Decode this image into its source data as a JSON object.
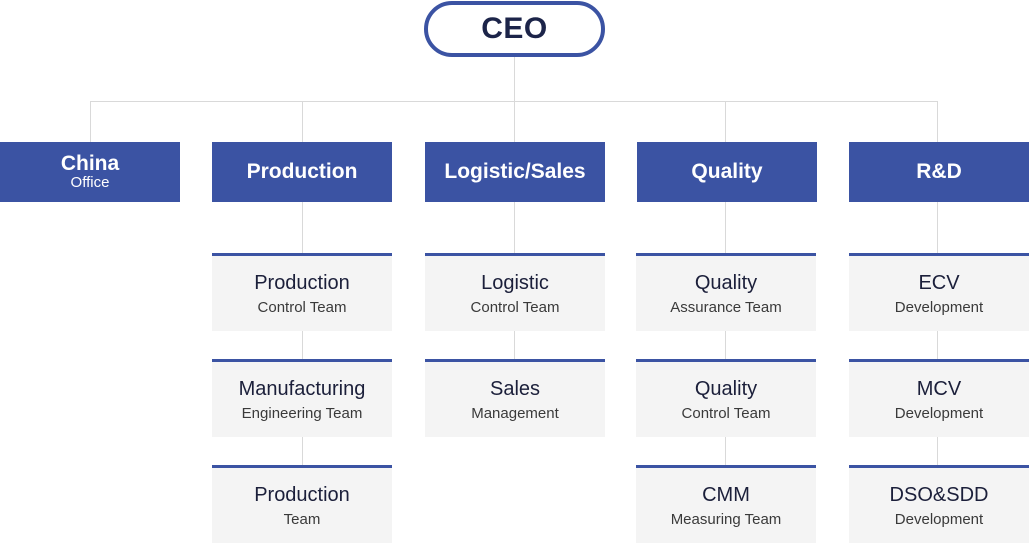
{
  "ceo": "CEO",
  "departments": [
    {
      "line1": "China",
      "line2": "Office"
    },
    {
      "line1": "Production",
      "line2": ""
    },
    {
      "line1": "Logistic/Sales",
      "line2": ""
    },
    {
      "line1": "Quality",
      "line2": ""
    },
    {
      "line1": "R&D",
      "line2": ""
    }
  ],
  "teams": {
    "production": [
      {
        "line1": "Production",
        "line2": "Control Team"
      },
      {
        "line1": "Manufacturing",
        "line2": "Engineering Team"
      },
      {
        "line1": "Production",
        "line2": "Team"
      }
    ],
    "logistic_sales": [
      {
        "line1": "Logistic",
        "line2": "Control Team"
      },
      {
        "line1": "Sales",
        "line2": "Management"
      }
    ],
    "quality": [
      {
        "line1": "Quality",
        "line2": "Assurance Team"
      },
      {
        "line1": "Quality",
        "line2": "Control Team"
      },
      {
        "line1": "CMM",
        "line2": "Measuring Team"
      }
    ],
    "rnd": [
      {
        "line1": "ECV",
        "line2": "Development"
      },
      {
        "line1": "MCV",
        "line2": "Development"
      },
      {
        "line1": "DSO&SDD",
        "line2": "Development"
      }
    ]
  },
  "colors": {
    "primary": "#3b53a3",
    "connector": "#d9d9d9",
    "team_bg": "#f4f4f4"
  }
}
